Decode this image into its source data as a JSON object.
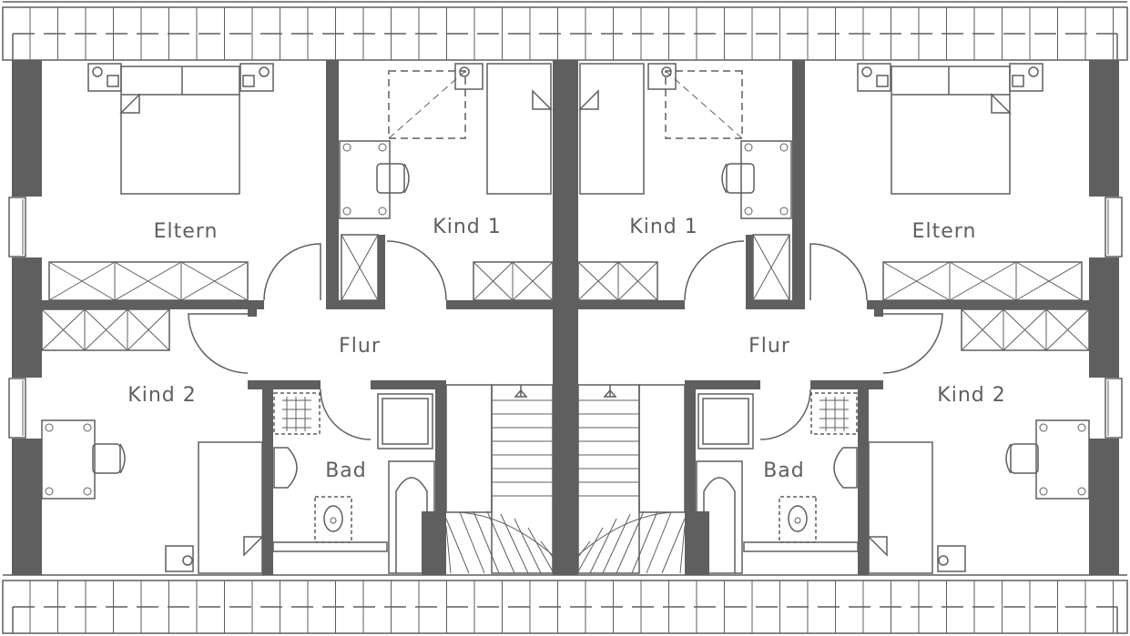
{
  "plan": {
    "wall_color": "#5f5f5f",
    "rooms_left": {
      "eltern": "Eltern",
      "kind1": "Kind  1",
      "kind2": "Kind  2",
      "flur": "Flur",
      "bad": "Bad"
    },
    "rooms_right": {
      "eltern": "Eltern",
      "kind1": "Kind  1",
      "kind2": "Kind  2",
      "flur": "Flur",
      "bad": "Bad"
    }
  }
}
